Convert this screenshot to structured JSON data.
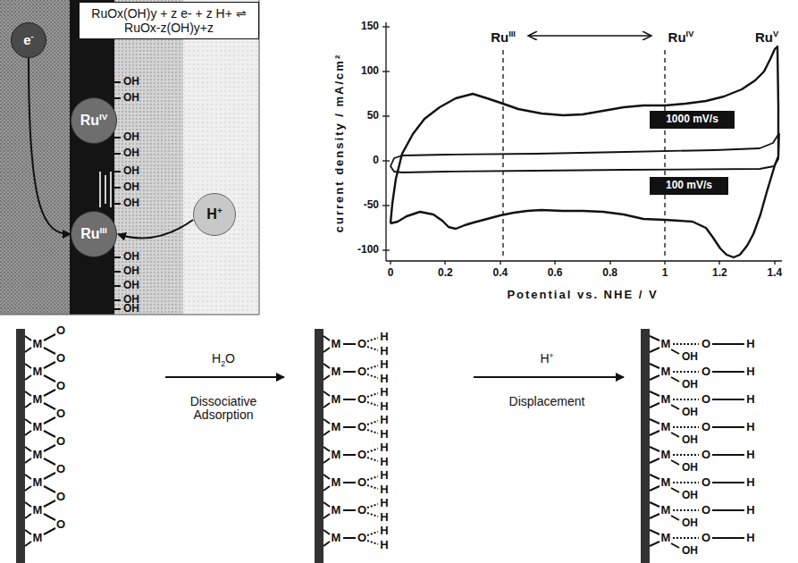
{
  "diagram": {
    "nodes": [
      {
        "text": [
          "RuOx(OH)y + z e- + z H+ ⇌ RuOx-z(OH)y+z"
        ]
      },
      {
        "text": [
          "e-"
        ]
      },
      {
        "text": [
          "RuIV"
        ]
      },
      {
        "text": [
          "RuIII"
        ]
      },
      {
        "text": [
          "H+"
        ]
      },
      {
        "text": [
          "1000 mV/s"
        ]
      },
      {
        "text": [
          "100 mV/s"
        ]
      }
    ],
    "edges": [
      {
        "from": 1,
        "to": 3,
        "arrow": "to"
      },
      {
        "from": 4,
        "to": 3,
        "arrow": "to"
      }
    ],
    "labels": [
      "RuIII",
      "RuIV",
      "RuV",
      "current density / mA/cm²",
      "Potential vs. NHE / V",
      "150",
      "100",
      "50",
      "0",
      "-50",
      "-100",
      "0",
      "0.2",
      "0.4",
      "0.6",
      "0.8",
      "1",
      "1.2",
      "1.4",
      "H2O",
      "Dissociative Adsorption",
      "H+",
      "Displacement",
      "OH",
      "OH",
      "OH",
      "OH",
      "OH",
      "OH",
      "OH",
      "OH",
      "OH",
      "OH",
      "OH",
      "OH",
      "M",
      "O",
      "M",
      "O",
      "M",
      "O",
      "M",
      "O",
      "M",
      "O",
      "M",
      "O",
      "M",
      "O",
      "M",
      "O",
      "M",
      "O",
      "H",
      "H",
      "M",
      "O",
      "H",
      "H",
      "M",
      "O",
      "H",
      "H",
      "M",
      "O",
      "H",
      "H",
      "M",
      "O",
      "H",
      "H",
      "M",
      "O",
      "H",
      "H",
      "M",
      "O",
      "H",
      "H",
      "M",
      "O",
      "H",
      "H",
      "M",
      "OH",
      "O",
      "H",
      "M",
      "OH",
      "O",
      "H",
      "M",
      "OH",
      "O",
      "H",
      "M",
      "OH",
      "O",
      "H",
      "M",
      "OH",
      "O",
      "H",
      "M",
      "OH",
      "O",
      "H",
      "M",
      "OH",
      "O",
      "H",
      "M",
      "OH",
      "O",
      "H"
    ]
  }
}
